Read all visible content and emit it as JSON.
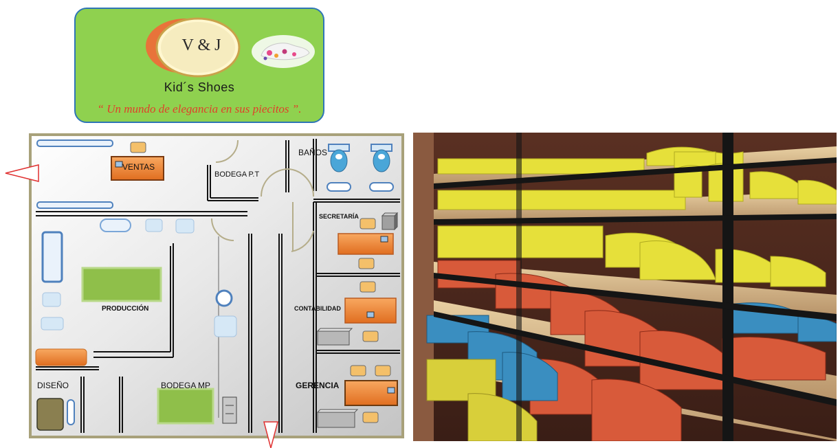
{
  "logo": {
    "initials": "V & J",
    "brand_name": "Kid´s Shoes",
    "tagline": "“ Un mundo de elegancia en sus piecitos ”.",
    "background_color": "#8fd14f",
    "border_color": "#2e75b6",
    "icon": "baby-shoe-icon"
  },
  "floor_plan": {
    "rooms": {
      "ventas": "VENTAS",
      "bodega_pt": "BODEGA P.T",
      "banos": "BAÑOS",
      "secretaria": "SECRETARÍA",
      "produccion": "PRODUCCIÓN",
      "contabilidad": "CONTABILIDAD",
      "diseno": "DISEÑO",
      "bodega_mp": "BODEGA  MP",
      "gerencia": "GERENCIA"
    },
    "colors": {
      "wall_frame": "#a8a17a",
      "desk_orange": "#f08a3c",
      "table_green": "#8fbf4a",
      "fixture_blue": "#4f81bd",
      "entrance_arrow": "#e03030"
    },
    "icons": [
      "entrance-arrow-icon",
      "toilet-icon",
      "sink-icon",
      "desk-icon",
      "chair-icon",
      "cabinet-icon",
      "table-icon"
    ]
  },
  "photo": {
    "subject": "shoe-lasts-shelf-photo",
    "colors": {
      "yellow_lasts": "#e6e03a",
      "red_lasts": "#d85a3a",
      "blue_lasts": "#3a8ec0",
      "wood": "#d8b98a"
    }
  }
}
